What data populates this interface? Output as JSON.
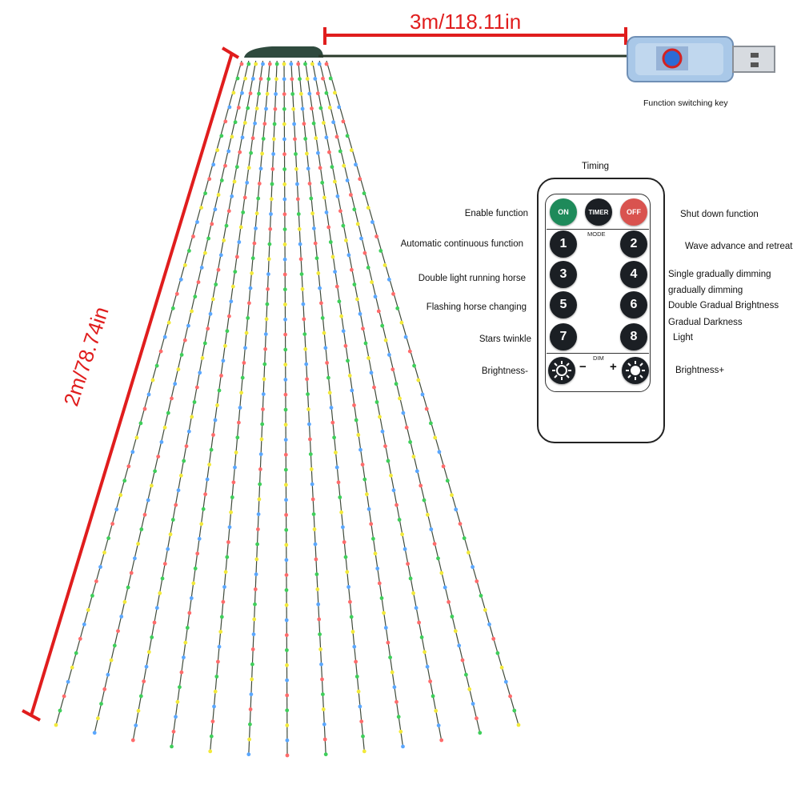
{
  "dimensions": {
    "cable_length": "3m/118.11in",
    "string_length": "2m/78.74in"
  },
  "controller": {
    "caption": "Function switching key",
    "icon": "usb-controller-icon"
  },
  "remote": {
    "timing_label": "Timing",
    "mode_label": "MODE",
    "dim_label": "DIM",
    "buttons": {
      "on": "ON",
      "timer": "TIMER",
      "off": "OFF",
      "b1": "1",
      "b2": "2",
      "b3": "3",
      "b4": "4",
      "b5": "5",
      "b6": "6",
      "b7": "7",
      "b8": "8",
      "minus": "−",
      "plus": "+"
    },
    "left_labels": {
      "enable": "Enable function",
      "auto": "Automatic continuous function",
      "double_run": "Double light running horse",
      "flash": "Flashing horse changing",
      "stars": "Stars twinkle",
      "bright_minus": "Brightness-"
    },
    "right_labels": {
      "shutdown": "Shut down function",
      "wave": "Wave advance and retreat",
      "single_dim": "Single gradually dimming",
      "grad_dim": "gradually dimming",
      "double_grad": "Double Gradual Brightness",
      "grad_dark": "Gradual Darkness",
      "light": "Light",
      "bright_plus": "Brightness+"
    }
  },
  "colors": {
    "dimension_red": "#e01d1d",
    "on_green": "#1e8a5a",
    "off_red": "#d9534f",
    "led_red": "#ff6b6b",
    "led_green": "#3ecf5a",
    "led_yellow": "#f2e93a",
    "led_blue": "#5aa7ff"
  }
}
